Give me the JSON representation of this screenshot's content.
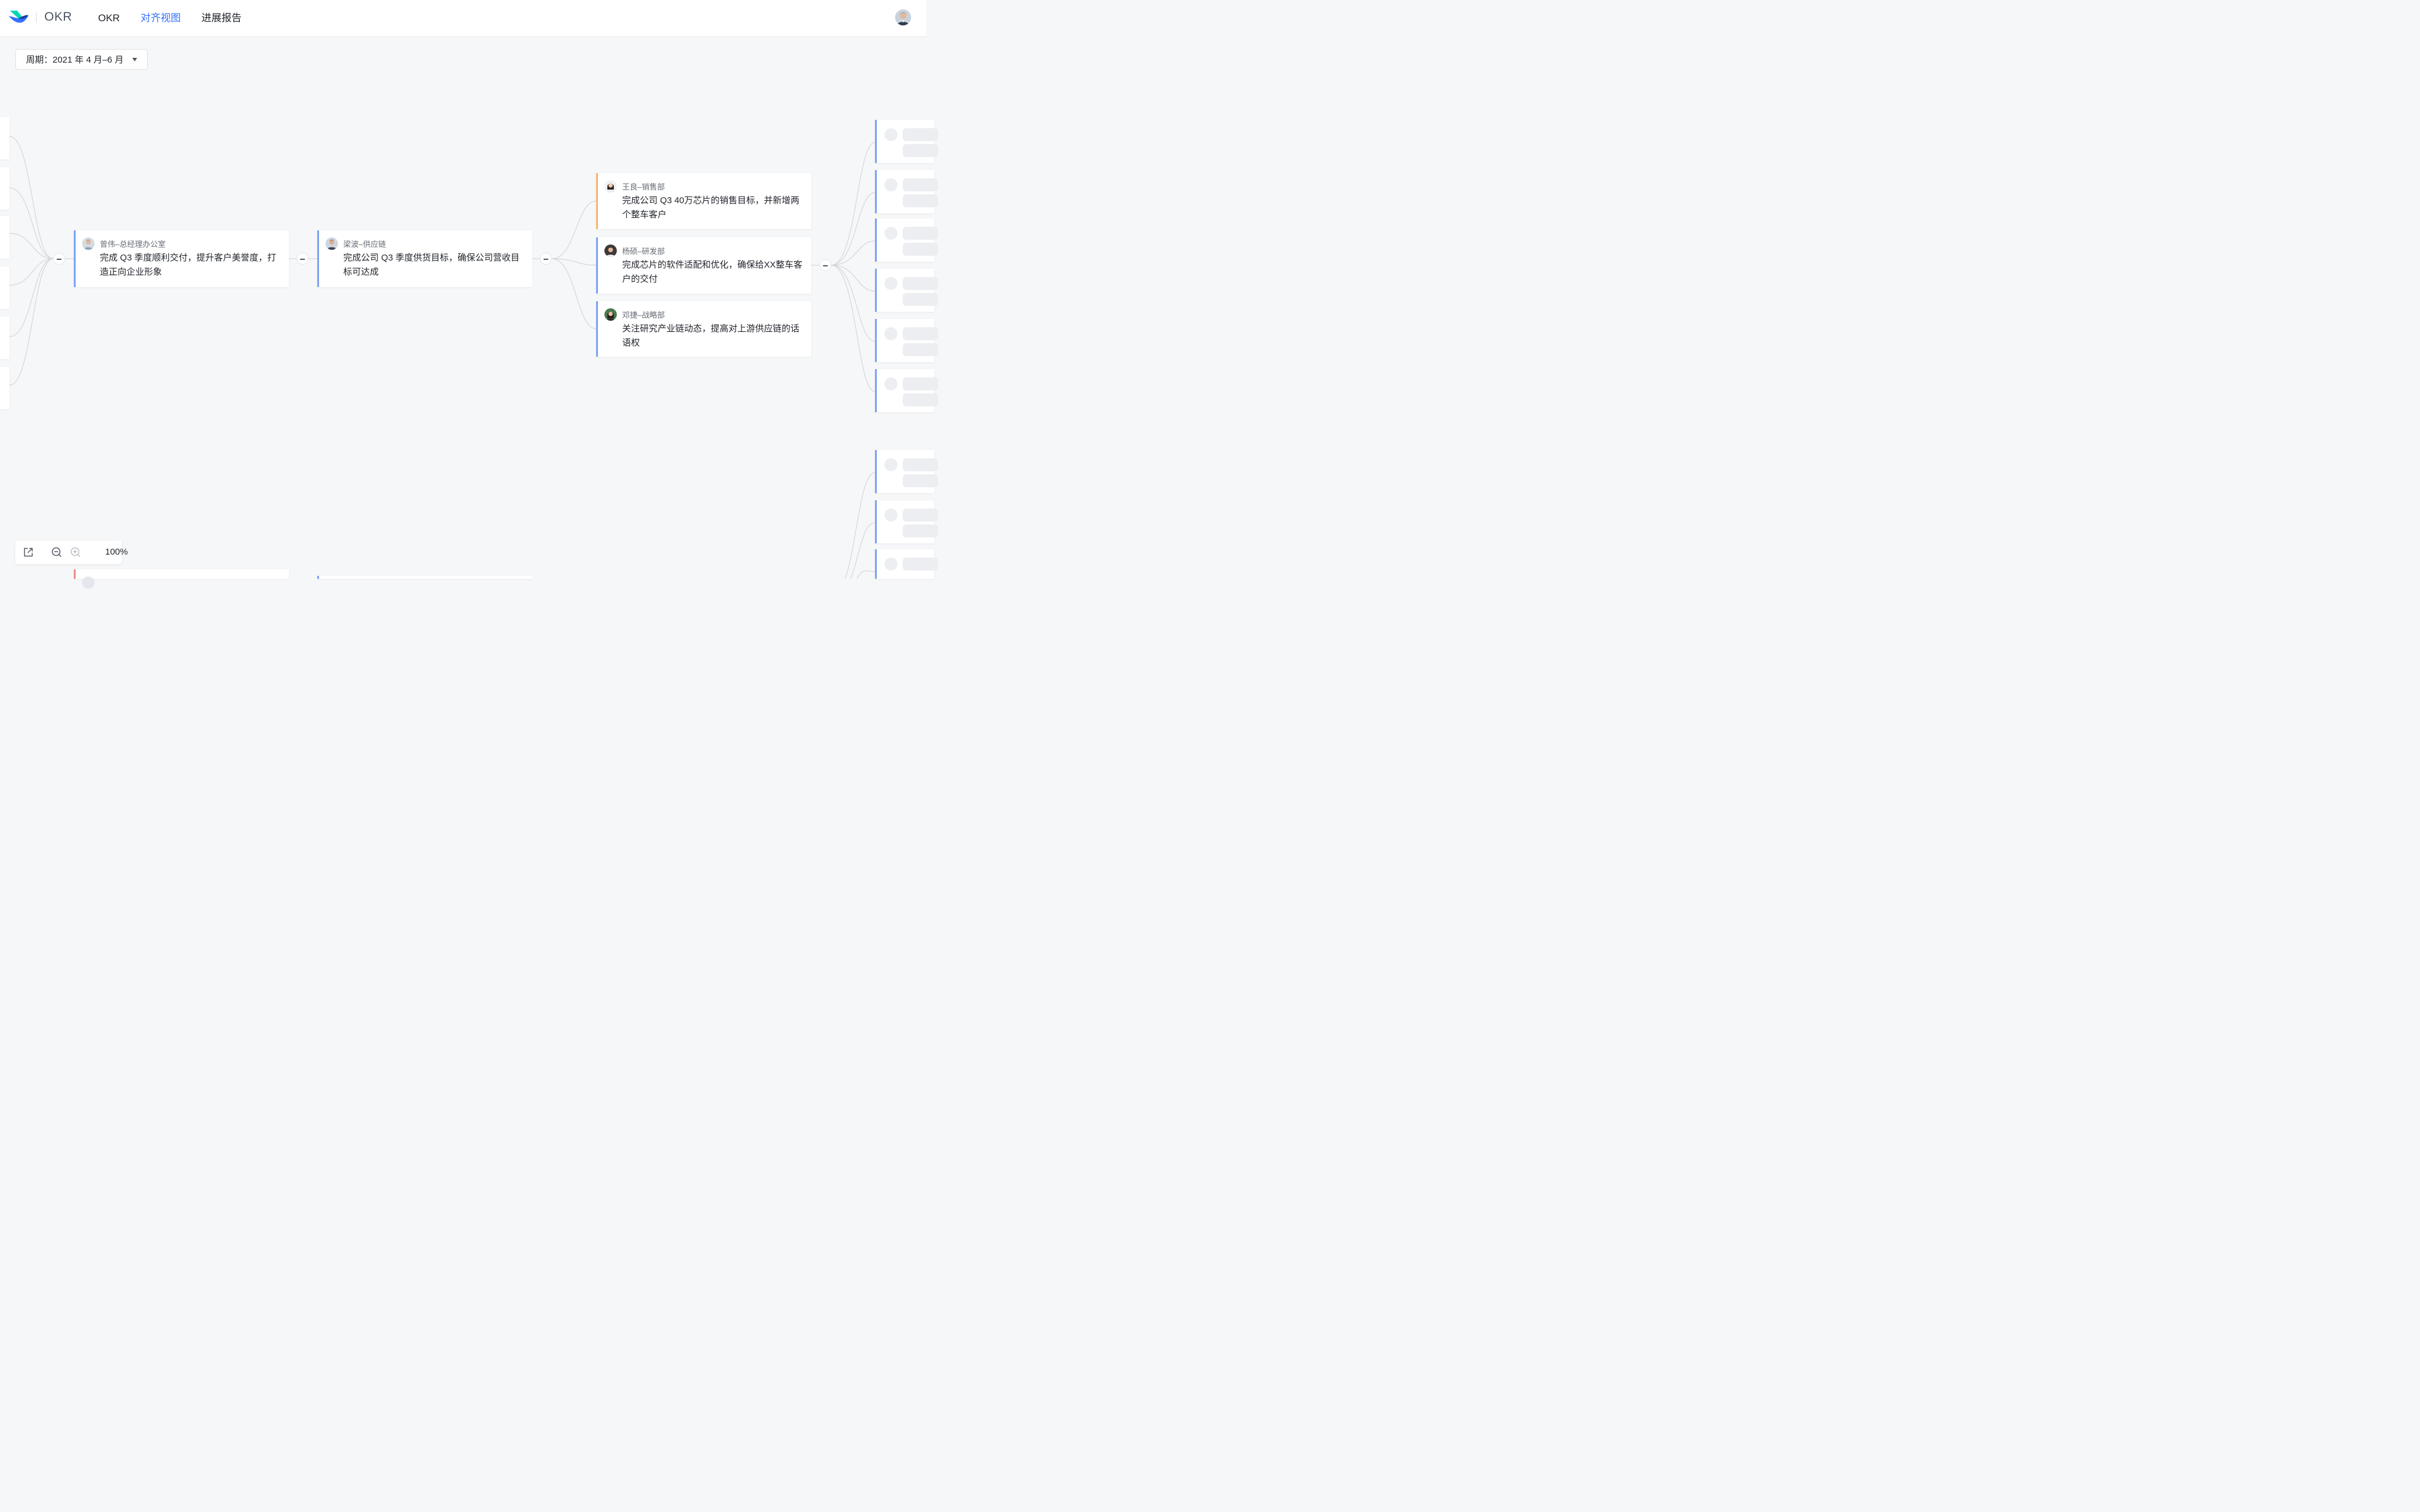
{
  "header": {
    "app_name": "OKR",
    "tabs": [
      {
        "label": "OKR",
        "active": false
      },
      {
        "label": "对齐视图",
        "active": true
      },
      {
        "label": "进展报告",
        "active": false
      }
    ],
    "accent_color": "#3370ff"
  },
  "period_selector": {
    "label": "周期：2021 年 4 月–6 月"
  },
  "nodes": {
    "ceo": {
      "owner": "曾伟–总经理办公室",
      "objective": "完成 Q3 季度顺利交付，提升客户美誉度，打造正向企业形象",
      "accent": "#7aa1f6"
    },
    "supply": {
      "owner": "梁波–供应链",
      "objective": "完成公司 Q3 季度供货目标，确保公司营收目标可达成",
      "accent": "#7aa1f6"
    },
    "sales": {
      "owner": "王良–销售部",
      "objective": "完成公司 Q3 40万芯片的销售目标，并新增两个整车客户",
      "accent": "#f5b66a"
    },
    "rnd": {
      "owner": "杨硕–研发部",
      "objective": "完成芯片的软件适配和优化，确保给XX整车客户的交付",
      "accent": "#7aa1f6"
    },
    "strategy": {
      "owner": "邓捷–战略部",
      "objective": "关注研究产业链动态，提高对上游供应链的话语权",
      "accent": "#7aa1f6"
    }
  },
  "zoom": {
    "level": "100%"
  },
  "icons": {
    "logo": "feishu-logo",
    "export": "external-link-icon",
    "zoom_out": "zoom-out-icon",
    "zoom_in": "zoom-in-icon"
  }
}
